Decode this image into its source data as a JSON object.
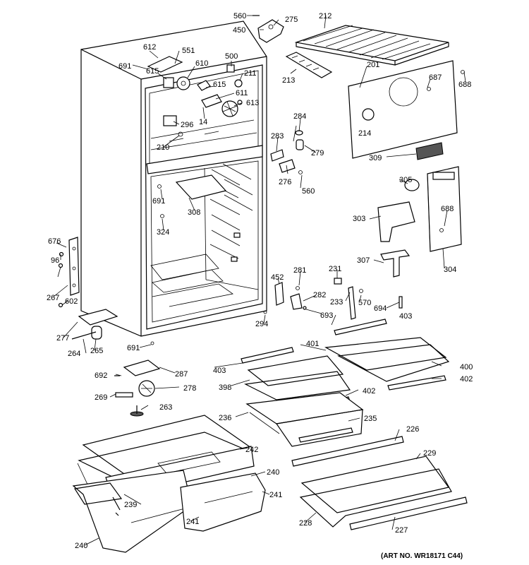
{
  "art_number": "(ART NO. WR18171 C44)",
  "callouts": [
    "560",
    "275",
    "212",
    "450",
    "612",
    "551",
    "691",
    "615",
    "610",
    "500",
    "211",
    "213",
    "201",
    "687",
    "688",
    "615",
    "611",
    "613",
    "14",
    "296",
    "284",
    "214",
    "210",
    "283",
    "279",
    "309",
    "276",
    "560",
    "305",
    "691",
    "308",
    "324",
    "303",
    "688",
    "676",
    "96",
    "307",
    "304",
    "231",
    "281",
    "452",
    "282",
    "267",
    "602",
    "233",
    "570",
    "693",
    "694",
    "403",
    "294",
    "277",
    "264",
    "265",
    "691",
    "401",
    "403",
    "400",
    "692",
    "287",
    "398",
    "402",
    "269",
    "278",
    "263",
    "236",
    "235",
    "402",
    "226",
    "242",
    "229",
    "240",
    "241",
    "239",
    "241",
    "228",
    "227",
    "240"
  ]
}
